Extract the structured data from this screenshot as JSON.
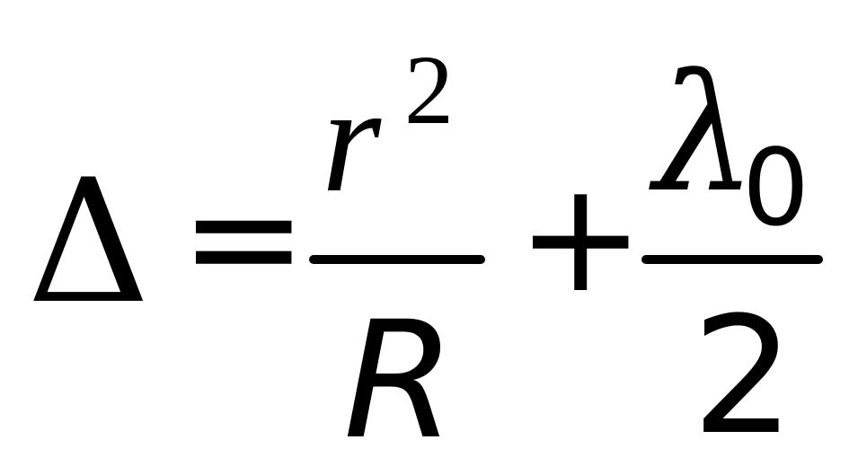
{
  "formula": {
    "lhs": "Δ",
    "equals": "=",
    "term1": {
      "numerator": {
        "base": "r",
        "exponent": "2"
      },
      "denominator": "R"
    },
    "plus": "+",
    "term2": {
      "numerator": {
        "base": "λ",
        "subscript": "0"
      },
      "denominator": "2"
    }
  }
}
